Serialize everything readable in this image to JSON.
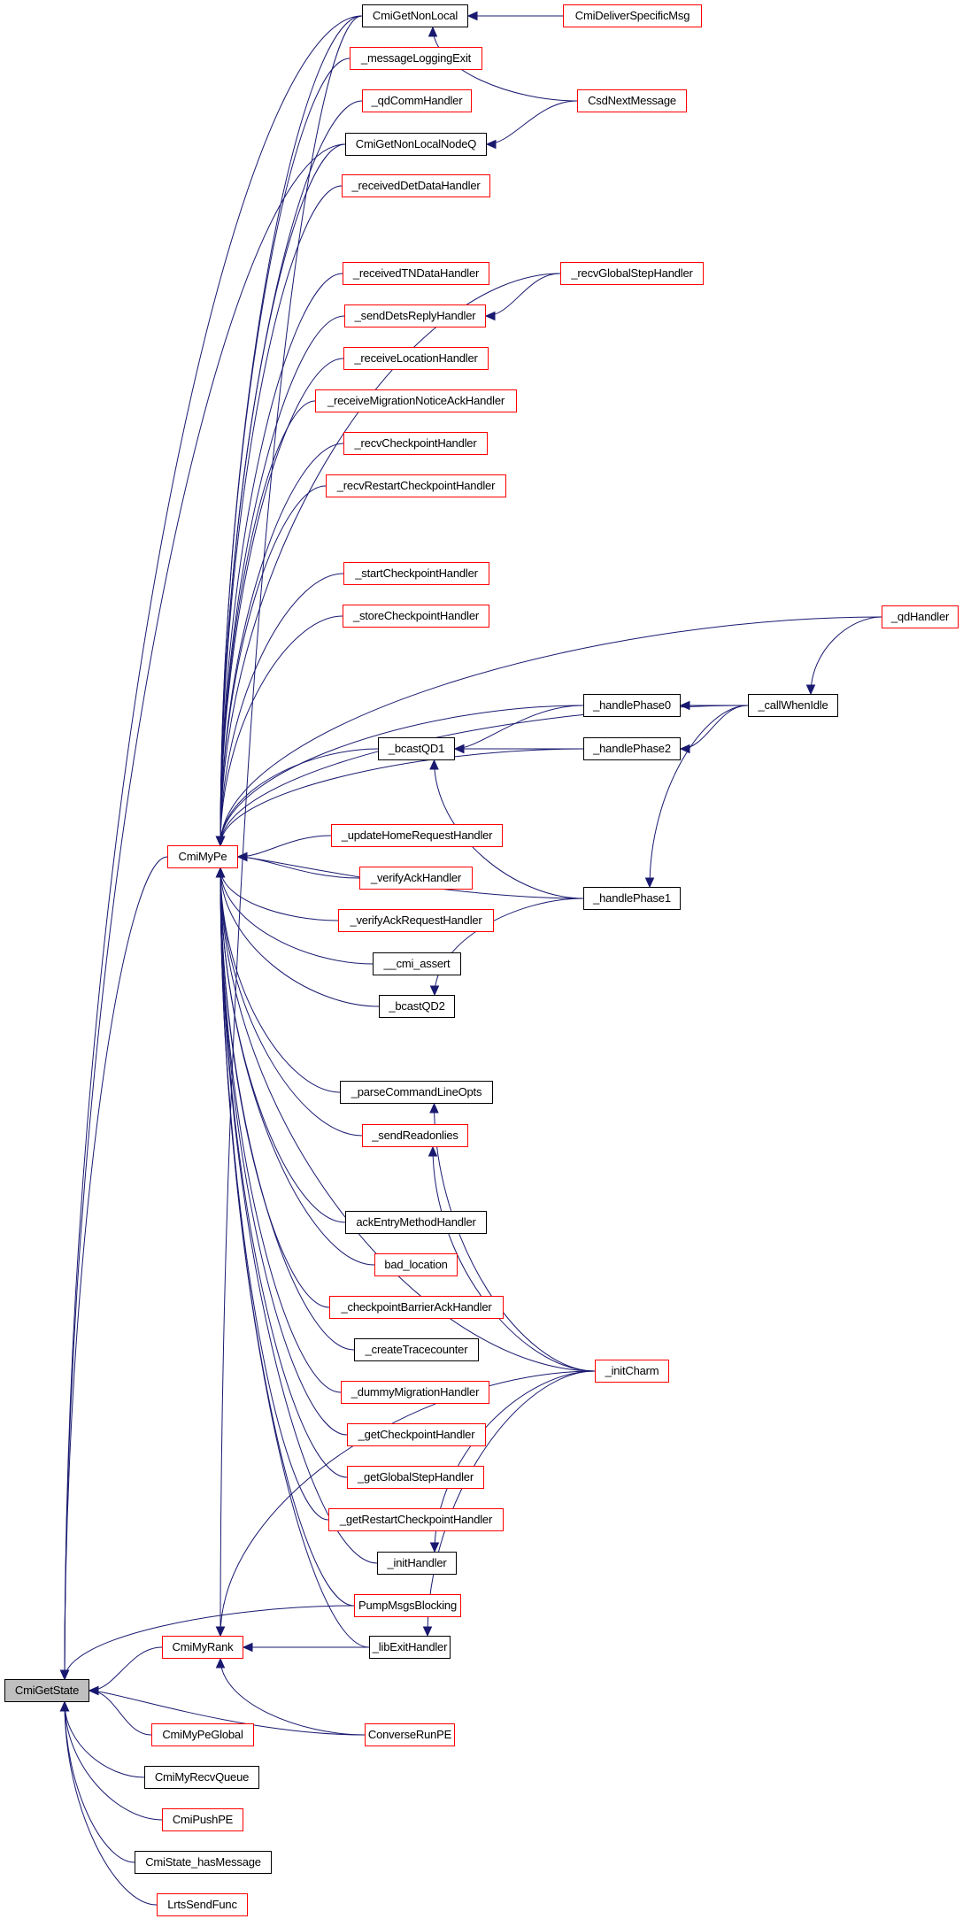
{
  "title": "CmiGetState caller graph",
  "colors": {
    "edge": "#191970",
    "documented_border": "#000000",
    "undocumented_border": "#ff0000",
    "root_fill": "#bfbfbf"
  },
  "nodes": [
    {
      "id": "CmiGetState",
      "label": "CmiGetState",
      "kind": "root"
    },
    {
      "id": "CmiMyPe",
      "label": "CmiMyPe",
      "kind": "undocumented"
    },
    {
      "id": "CmiMyRank",
      "label": "CmiMyRank",
      "kind": "undocumented"
    },
    {
      "id": "CmiMyPeGlobal",
      "label": "CmiMyPeGlobal",
      "kind": "undocumented"
    },
    {
      "id": "CmiMyRecvQueue",
      "label": "CmiMyRecvQueue",
      "kind": "documented"
    },
    {
      "id": "CmiPushPE",
      "label": "CmiPushPE",
      "kind": "undocumented"
    },
    {
      "id": "CmiState_hasMessage",
      "label": "CmiState_hasMessage",
      "kind": "documented"
    },
    {
      "id": "LrtsSendFunc",
      "label": "LrtsSendFunc",
      "kind": "undocumented"
    },
    {
      "id": "CmiGetNonLocal",
      "label": "CmiGetNonLocal",
      "kind": "documented"
    },
    {
      "id": "_messageLoggingExit",
      "label": "_messageLoggingExit",
      "kind": "undocumented"
    },
    {
      "id": "_qdCommHandler",
      "label": "_qdCommHandler",
      "kind": "undocumented"
    },
    {
      "id": "CmiGetNonLocalNodeQ",
      "label": "CmiGetNonLocalNodeQ",
      "kind": "documented"
    },
    {
      "id": "_receivedDetDataHandler",
      "label": "_receivedDetDataHandler",
      "kind": "undocumented"
    },
    {
      "id": "_receivedTNDataHandler",
      "label": "_receivedTNDataHandler",
      "kind": "undocumented"
    },
    {
      "id": "_sendDetsReplyHandler",
      "label": "_sendDetsReplyHandler",
      "kind": "undocumented"
    },
    {
      "id": "_receiveLocationHandler",
      "label": "_receiveLocationHandler",
      "kind": "undocumented"
    },
    {
      "id": "_receiveMigrationNoticeAckHandler",
      "label": "_receiveMigrationNoticeAckHandler",
      "kind": "undocumented"
    },
    {
      "id": "_recvCheckpointHandler",
      "label": "_recvCheckpointHandler",
      "kind": "undocumented"
    },
    {
      "id": "_recvRestartCheckpointHandler",
      "label": "_recvRestartCheckpointHandler",
      "kind": "undocumented"
    },
    {
      "id": "_startCheckpointHandler",
      "label": "_startCheckpointHandler",
      "kind": "undocumented"
    },
    {
      "id": "_storeCheckpointHandler",
      "label": "_storeCheckpointHandler",
      "kind": "undocumented"
    },
    {
      "id": "_bcastQD1",
      "label": "_bcastQD1",
      "kind": "documented"
    },
    {
      "id": "_updateHomeRequestHandler",
      "label": "_updateHomeRequestHandler",
      "kind": "undocumented"
    },
    {
      "id": "_verifyAckHandler",
      "label": "_verifyAckHandler",
      "kind": "undocumented"
    },
    {
      "id": "_verifyAckRequestHandler",
      "label": "_verifyAckRequestHandler",
      "kind": "undocumented"
    },
    {
      "id": "__cmi_assert",
      "label": "__cmi_assert",
      "kind": "documented"
    },
    {
      "id": "_bcastQD2",
      "label": "_bcastQD2",
      "kind": "documented"
    },
    {
      "id": "_parseCommandLineOpts",
      "label": "_parseCommandLineOpts",
      "kind": "documented"
    },
    {
      "id": "_sendReadonlies",
      "label": "_sendReadonlies",
      "kind": "undocumented"
    },
    {
      "id": "ackEntryMethodHandler",
      "label": "ackEntryMethodHandler",
      "kind": "documented"
    },
    {
      "id": "bad_location",
      "label": "bad_location",
      "kind": "undocumented"
    },
    {
      "id": "_checkpointBarrierAckHandler",
      "label": "_checkpointBarrierAckHandler",
      "kind": "undocumented"
    },
    {
      "id": "_createTracecounter",
      "label": "_createTracecounter",
      "kind": "documented"
    },
    {
      "id": "_dummyMigrationHandler",
      "label": "_dummyMigrationHandler",
      "kind": "undocumented"
    },
    {
      "id": "_getCheckpointHandler",
      "label": "_getCheckpointHandler",
      "kind": "undocumented"
    },
    {
      "id": "_getGlobalStepHandler",
      "label": "_getGlobalStepHandler",
      "kind": "undocumented"
    },
    {
      "id": "_getRestartCheckpointHandler",
      "label": "_getRestartCheckpointHandler",
      "kind": "undocumented"
    },
    {
      "id": "_initHandler",
      "label": "_initHandler",
      "kind": "documented"
    },
    {
      "id": "PumpMsgsBlocking",
      "label": "PumpMsgsBlocking",
      "kind": "undocumented"
    },
    {
      "id": "_libExitHandler",
      "label": "_libExitHandler",
      "kind": "documented"
    },
    {
      "id": "ConverseRunPE",
      "label": "ConverseRunPE",
      "kind": "undocumented"
    },
    {
      "id": "CmiDeliverSpecificMsg",
      "label": "CmiDeliverSpecificMsg",
      "kind": "undocumented"
    },
    {
      "id": "CsdNextMessage",
      "label": "CsdNextMessage",
      "kind": "undocumented"
    },
    {
      "id": "_recvGlobalStepHandler",
      "label": "_recvGlobalStepHandler",
      "kind": "undocumented"
    },
    {
      "id": "_handlePhase0",
      "label": "_handlePhase0",
      "kind": "documented"
    },
    {
      "id": "_handlePhase2",
      "label": "_handlePhase2",
      "kind": "documented"
    },
    {
      "id": "_handlePhase1",
      "label": "_handlePhase1",
      "kind": "documented"
    },
    {
      "id": "_callWhenIdle",
      "label": "_callWhenIdle",
      "kind": "documented"
    },
    {
      "id": "_qdHandler",
      "label": "_qdHandler",
      "kind": "undocumented"
    },
    {
      "id": "_initCharm",
      "label": "_initCharm",
      "kind": "undocumented"
    }
  ],
  "edges": [
    [
      "CmiMyPe",
      "CmiGetState"
    ],
    [
      "CmiMyRank",
      "CmiGetState"
    ],
    [
      "CmiMyPeGlobal",
      "CmiGetState"
    ],
    [
      "CmiMyRecvQueue",
      "CmiGetState"
    ],
    [
      "CmiPushPE",
      "CmiGetState"
    ],
    [
      "CmiState_hasMessage",
      "CmiGetState"
    ],
    [
      "LrtsSendFunc",
      "CmiGetState"
    ],
    [
      "CmiGetNonLocal",
      "CmiGetState"
    ],
    [
      "CmiGetNonLocalNodeQ",
      "CmiGetState"
    ],
    [
      "PumpMsgsBlocking",
      "CmiGetState"
    ],
    [
      "ConverseRunPE",
      "CmiGetState"
    ],
    [
      "CmiGetNonLocal",
      "CmiMyPe"
    ],
    [
      "_messageLoggingExit",
      "CmiMyPe"
    ],
    [
      "_qdCommHandler",
      "CmiMyPe"
    ],
    [
      "CmiGetNonLocalNodeQ",
      "CmiMyPe"
    ],
    [
      "_receivedDetDataHandler",
      "CmiMyPe"
    ],
    [
      "_recvGlobalStepHandler",
      "CmiMyPe"
    ],
    [
      "_receivedTNDataHandler",
      "CmiMyPe"
    ],
    [
      "_sendDetsReplyHandler",
      "CmiMyPe"
    ],
    [
      "_receiveLocationHandler",
      "CmiMyPe"
    ],
    [
      "_receiveMigrationNoticeAckHandler",
      "CmiMyPe"
    ],
    [
      "_recvCheckpointHandler",
      "CmiMyPe"
    ],
    [
      "_recvRestartCheckpointHandler",
      "CmiMyPe"
    ],
    [
      "_qdHandler",
      "CmiMyPe"
    ],
    [
      "_startCheckpointHandler",
      "CmiMyPe"
    ],
    [
      "_storeCheckpointHandler",
      "CmiMyPe"
    ],
    [
      "_callWhenIdle",
      "CmiMyPe"
    ],
    [
      "_handlePhase0",
      "CmiMyPe"
    ],
    [
      "_bcastQD1",
      "CmiMyPe"
    ],
    [
      "_handlePhase2",
      "CmiMyPe"
    ],
    [
      "_updateHomeRequestHandler",
      "CmiMyPe"
    ],
    [
      "_verifyAckHandler",
      "CmiMyPe"
    ],
    [
      "_verifyAckRequestHandler",
      "CmiMyPe"
    ],
    [
      "__cmi_assert",
      "CmiMyPe"
    ],
    [
      "_bcastQD2",
      "CmiMyPe"
    ],
    [
      "_handlePhase1",
      "CmiMyPe"
    ],
    [
      "_parseCommandLineOpts",
      "CmiMyPe"
    ],
    [
      "_sendReadonlies",
      "CmiMyPe"
    ],
    [
      "_initCharm",
      "CmiMyPe"
    ],
    [
      "ackEntryMethodHandler",
      "CmiMyPe"
    ],
    [
      "bad_location",
      "CmiMyPe"
    ],
    [
      "_checkpointBarrierAckHandler",
      "CmiMyPe"
    ],
    [
      "_createTracecounter",
      "CmiMyPe"
    ],
    [
      "_dummyMigrationHandler",
      "CmiMyPe"
    ],
    [
      "_getCheckpointHandler",
      "CmiMyPe"
    ],
    [
      "_getGlobalStepHandler",
      "CmiMyPe"
    ],
    [
      "_getRestartCheckpointHandler",
      "CmiMyPe"
    ],
    [
      "_initHandler",
      "CmiMyPe"
    ],
    [
      "PumpMsgsBlocking",
      "CmiMyPe"
    ],
    [
      "_libExitHandler",
      "CmiMyPe"
    ],
    [
      "CmiGetNonLocal",
      "CmiMyRank"
    ],
    [
      "_libExitHandler",
      "CmiMyRank"
    ],
    [
      "_initCharm",
      "CmiMyRank"
    ],
    [
      "ConverseRunPE",
      "CmiMyRank"
    ],
    [
      "CmiDeliverSpecificMsg",
      "CmiGetNonLocal"
    ],
    [
      "CsdNextMessage",
      "CmiGetNonLocal"
    ],
    [
      "CsdNextMessage",
      "CmiGetNonLocalNodeQ"
    ],
    [
      "_recvGlobalStepHandler",
      "_sendDetsReplyHandler"
    ],
    [
      "_handlePhase0",
      "_bcastQD1"
    ],
    [
      "_handlePhase2",
      "_bcastQD1"
    ],
    [
      "_handlePhase1",
      "_bcastQD1"
    ],
    [
      "_callWhenIdle",
      "_handlePhase0"
    ],
    [
      "_callWhenIdle",
      "_handlePhase2"
    ],
    [
      "_callWhenIdle",
      "_handlePhase1"
    ],
    [
      "_qdHandler",
      "_callWhenIdle"
    ],
    [
      "_handlePhase1",
      "_bcastQD2"
    ],
    [
      "_initCharm",
      "_parseCommandLineOpts"
    ],
    [
      "_initCharm",
      "_sendReadonlies"
    ],
    [
      "_initCharm",
      "_initHandler"
    ],
    [
      "_initCharm",
      "_libExitHandler"
    ]
  ]
}
